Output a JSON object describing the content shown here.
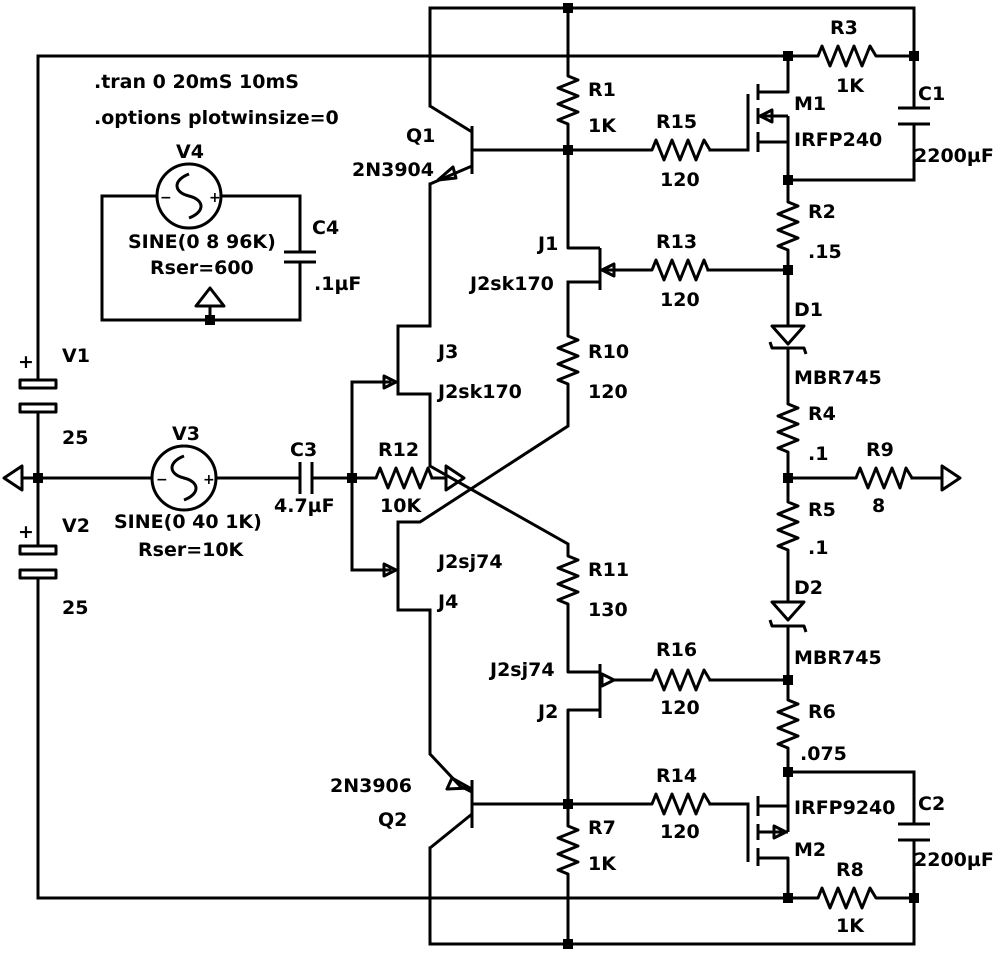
{
  "directives": [
    ".tran 0 20mS 10mS",
    ".options plotwinsize=0"
  ],
  "components": {
    "Q1": {
      "name": "Q1",
      "value": "2N3904"
    },
    "Q2": {
      "name": "Q2",
      "value": "2N3906"
    },
    "V1": {
      "name": "V1",
      "value": "25"
    },
    "V2": {
      "name": "V2",
      "value": "25"
    },
    "V3": {
      "name": "V3",
      "value": "SINE(0 40 1K)",
      "value2": "Rser=10K"
    },
    "V4": {
      "name": "V4",
      "value": "SINE(0 8 96K)",
      "value2": "Rser=600"
    },
    "C1": {
      "name": "C1",
      "value": "2200µF"
    },
    "C2": {
      "name": "C2",
      "value": "2200µF"
    },
    "C3": {
      "name": "C3",
      "value": "4.7µF"
    },
    "C4": {
      "name": "C4",
      "value": ".1µF"
    },
    "R1": {
      "name": "R1",
      "value": "1K"
    },
    "R2": {
      "name": "R2",
      "value": ".15"
    },
    "R3": {
      "name": "R3",
      "value": "1K"
    },
    "R4": {
      "name": "R4",
      "value": ".1"
    },
    "R5": {
      "name": "R5",
      "value": ".1"
    },
    "R6": {
      "name": "R6",
      "value": ".075"
    },
    "R7": {
      "name": "R7",
      "value": "1K"
    },
    "R8": {
      "name": "R8",
      "value": "1K"
    },
    "R9": {
      "name": "R9",
      "value": "8"
    },
    "R10": {
      "name": "R10",
      "value": "120"
    },
    "R11": {
      "name": "R11",
      "value": "130"
    },
    "R12": {
      "name": "R12",
      "value": "10K"
    },
    "R13": {
      "name": "R13",
      "value": "120"
    },
    "R14": {
      "name": "R14",
      "value": "120"
    },
    "R15": {
      "name": "R15",
      "value": "120"
    },
    "R16": {
      "name": "R16",
      "value": "120"
    },
    "J1": {
      "name": "J1",
      "value": "J2sk170"
    },
    "J2": {
      "name": "J2",
      "value": "J2sj74"
    },
    "J3": {
      "name": "J3",
      "value": "J2sk170"
    },
    "J4": {
      "name": "J4",
      "value": "J2sj74"
    },
    "M1": {
      "name": "M1",
      "value": "IRFP240"
    },
    "M2": {
      "name": "M2",
      "value": "IRFP9240"
    },
    "D1": {
      "name": "D1",
      "value": "MBR745"
    },
    "D2": {
      "name": "D2",
      "value": "MBR745"
    }
  },
  "polarity": {
    "plus": "+",
    "minus": "−"
  }
}
